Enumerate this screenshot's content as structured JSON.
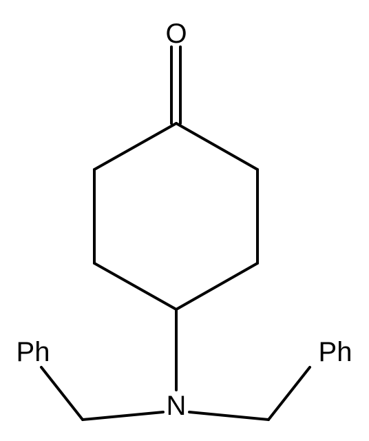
{
  "molecule": {
    "atoms": {
      "oxygen": "O",
      "nitrogen": "N",
      "phenyl_left": "Ph",
      "phenyl_right": "Ph"
    },
    "colors": {
      "bond": "#000000",
      "label": "#000000",
      "background": "#ffffff"
    }
  }
}
